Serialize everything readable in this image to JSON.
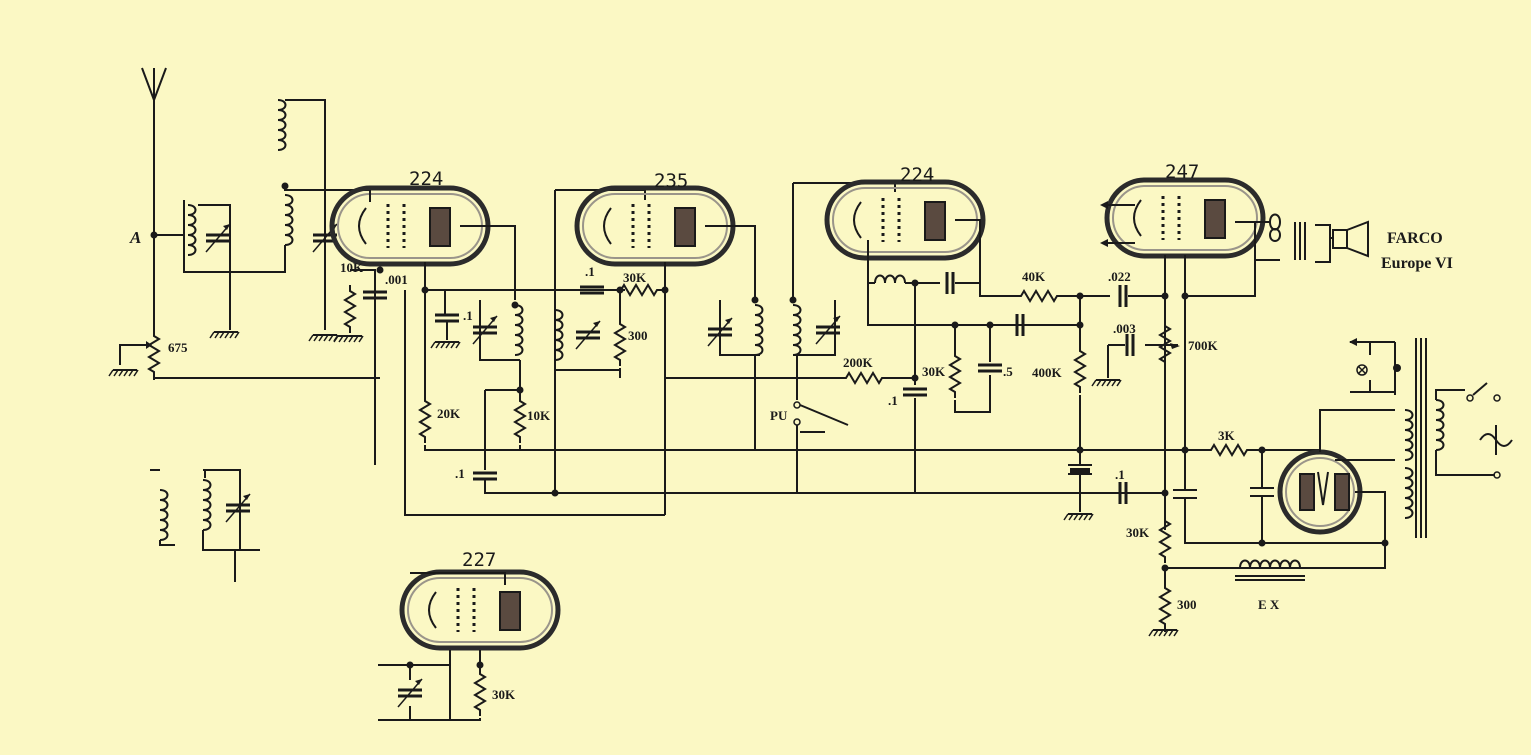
{
  "title": {
    "line1": "FARCO",
    "line2": "Europe VI"
  },
  "tubes": [
    {
      "id": "tube-1",
      "label": "224"
    },
    {
      "id": "tube-2",
      "label": "235"
    },
    {
      "id": "tube-3",
      "label": "224"
    },
    {
      "id": "tube-4",
      "label": "247"
    },
    {
      "id": "tube-5",
      "label": "227"
    }
  ],
  "labels": {
    "antenna": "A",
    "pot_675": "675",
    "r_10k_a": "10K",
    "c_001": ".001",
    "c_1_a": ".1",
    "c_1_b": ".1",
    "r_30k_a": "30K",
    "r_300_a": "300",
    "r_20k": "20K",
    "r_10k_b": "10K",
    "c_1_c": ".1",
    "r_200k": "200K",
    "pu": "PU",
    "r_40k": "40K",
    "r_30k_b": "30K",
    "c_5": ".5",
    "c_1_d": ".1",
    "r_400k": "400K",
    "c_022": ".022",
    "c_003": ".003",
    "r_700k": "700K",
    "r_3k": "3K",
    "c_1_e": ".1",
    "r_30k_c": "30K",
    "r_300_b": "300",
    "ex": "E X",
    "r_30k_d": "30K"
  }
}
